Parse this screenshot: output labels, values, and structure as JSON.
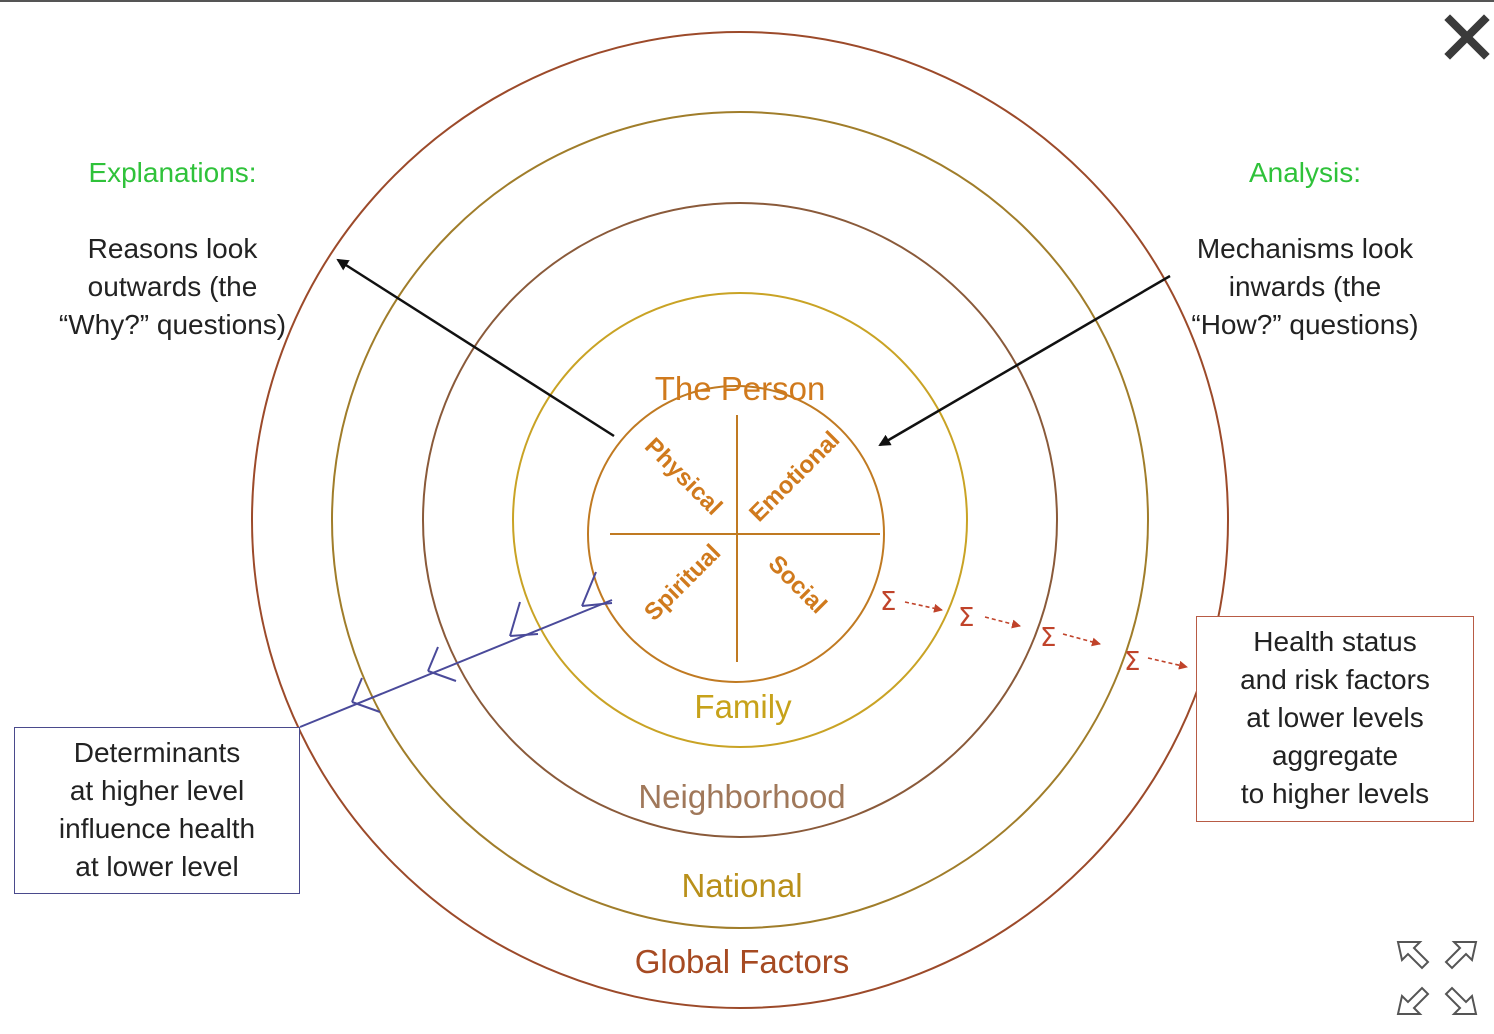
{
  "explanations": {
    "heading": "Explanations:",
    "body": "Reasons look\noutwards (the\n“Why?” questions)"
  },
  "analysis": {
    "heading": "Analysis:",
    "body": "Mechanisms look\ninwards (the\n“How?” questions)"
  },
  "rings": {
    "person": "The Person",
    "family": "Family",
    "neighborhood": "Neighborhood",
    "national": "National",
    "global": "Global Factors"
  },
  "quadrants": {
    "physical": "Physical",
    "emotional": "Emotional",
    "spiritual": "Spiritual",
    "social": "Social"
  },
  "determinants_box": "Determinants\nat higher level\ninfluence health\nat lower level",
  "health_box": "Health status\nand risk factors\nat lower levels\naggregate\nto higher levels",
  "sigma_symbol": "Σ",
  "controls": {
    "close_icon": "close-icon",
    "expand_icon": "expand-icon"
  },
  "colors": {
    "green_heading": "#2fc23a",
    "orange_text": "#d07a1d",
    "family_text": "#c7a21a",
    "neighborhood_text": "#a0785a",
    "national_text": "#b9901a",
    "global_text": "#a64a22",
    "blue_arrows": "#4a4a9a",
    "red_arrows": "#c0432a"
  }
}
